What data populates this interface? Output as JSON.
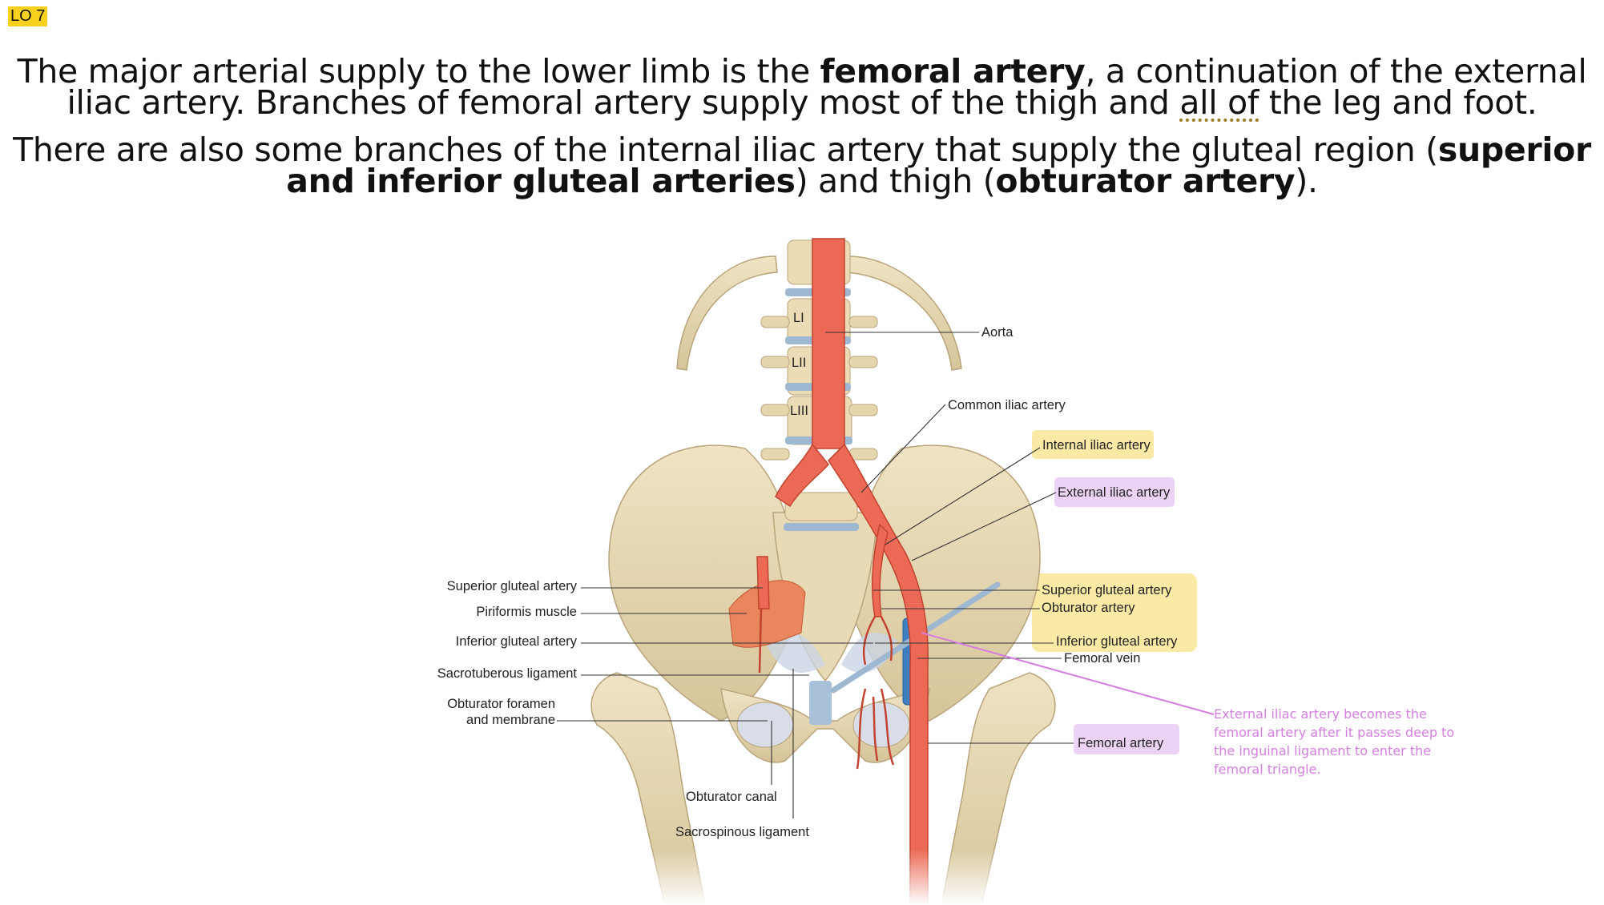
{
  "lo_tag": "LO 7",
  "paragraph1": {
    "pre": "The major arterial supply to the lower limb is the ",
    "bold": "femoral artery",
    "mid": ", a continuation of the external iliac artery. Branches of femoral artery supply most of the thigh and ",
    "underlined": "all of",
    "post": " the leg and foot."
  },
  "paragraph2": {
    "pre": "There are also some branches of the internal iliac artery that supply the gluteal region (",
    "bold1": "superior and inferior gluteal arteries",
    "mid": ") and thigh (",
    "bold2": "obturator artery",
    "post": ")."
  },
  "diagram": {
    "vertebrae": [
      "LI",
      "LII",
      "LIII"
    ],
    "labels_right": {
      "aorta": "Aorta",
      "common_iliac": "Common iliac artery",
      "internal_iliac": "Internal iliac artery",
      "external_iliac": "External iliac artery",
      "superior_gluteal": "Superior gluteal artery",
      "obturator": "Obturator artery",
      "inferior_gluteal": "Inferior gluteal artery",
      "femoral_vein": "Femoral vein",
      "femoral_artery": "Femoral artery"
    },
    "labels_left": {
      "superior_gluteal": "Superior gluteal artery",
      "piriformis": "Piriformis muscle",
      "inferior_gluteal": "Inferior gluteal artery",
      "sacrotuberous": "Sacrotuberous ligament",
      "obturator_foramen_1": "Obturator foramen",
      "obturator_foramen_2": "and membrane"
    },
    "labels_bottom": {
      "obturator_canal": "Obturator canal",
      "sacrospinous": "Sacrospinous ligament"
    },
    "note_lines": [
      "External iliac artery becomes the",
      "femoral artery after it passes deep to",
      "the inguinal ligament to enter the",
      "femoral triangle."
    ],
    "highlight_colors": {
      "yellow": "#fbe9a6",
      "purple": "#ecd3f5",
      "note": "#d47fe0"
    }
  }
}
